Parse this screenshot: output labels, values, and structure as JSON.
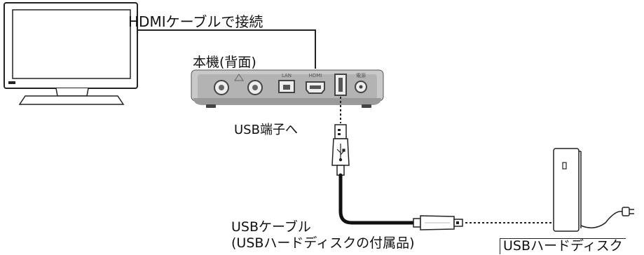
{
  "labels": {
    "hdmi_connection": "HDMIケーブルで接続",
    "device_rear": "本機(背面)",
    "usb_port_to": "USB端子へ",
    "usb_cable_line1": "USBケーブル",
    "usb_cable_line2": "(USBハードディスクの付属品)",
    "usb_hdd": "USBハードディスク"
  },
  "device_port_labels": [
    "LAN",
    "HDMI",
    "電源"
  ],
  "colors": {
    "device_body": "#c9c9c9",
    "device_face": "#a9a9a9",
    "outline": "#222222",
    "cable": "#111111"
  }
}
